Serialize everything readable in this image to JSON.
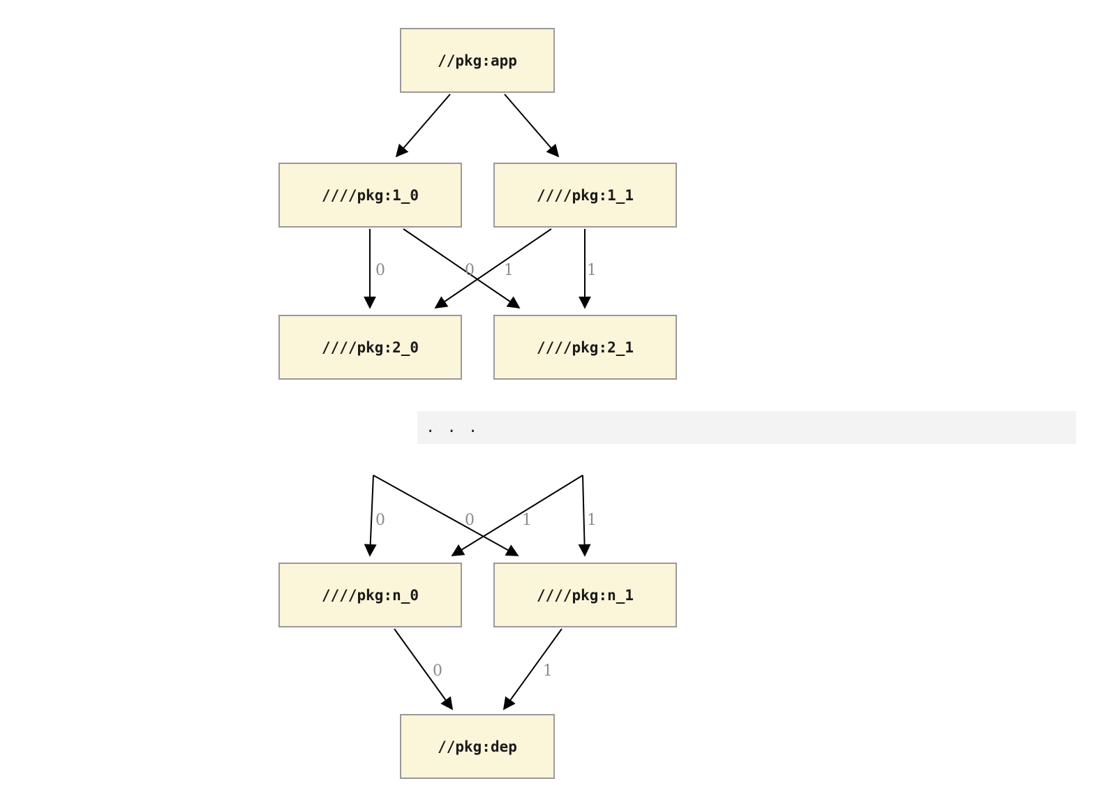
{
  "diagram": {
    "type": "dependency-graph",
    "ellipsis": ". . .",
    "nodes": [
      {
        "id": "app",
        "label": "//pkg:app"
      },
      {
        "id": "pkg-1-0",
        "label": "////pkg:1_0"
      },
      {
        "id": "pkg-1-1",
        "label": "////pkg:1_1"
      },
      {
        "id": "pkg-2-0",
        "label": "////pkg:2_0"
      },
      {
        "id": "pkg-2-1",
        "label": "////pkg:2_1"
      },
      {
        "id": "pkg-n-0",
        "label": "////pkg:n_0"
      },
      {
        "id": "pkg-n-1",
        "label": "////pkg:n_1"
      },
      {
        "id": "dep",
        "label": "//pkg:dep"
      }
    ],
    "edges": [
      {
        "from": "app",
        "to": "pkg-1-0",
        "label": ""
      },
      {
        "from": "app",
        "to": "pkg-1-1",
        "label": ""
      },
      {
        "from": "pkg-1-0",
        "to": "pkg-2-0",
        "label": "0"
      },
      {
        "from": "pkg-1-0",
        "to": "pkg-2-1",
        "label": "1"
      },
      {
        "from": "pkg-1-1",
        "to": "pkg-2-0",
        "label": "0"
      },
      {
        "from": "pkg-1-1",
        "to": "pkg-2-1",
        "label": "1"
      },
      {
        "from": "ellipsis",
        "to": "pkg-n-0",
        "label": "0"
      },
      {
        "from": "ellipsis",
        "to": "pkg-n-1",
        "label": "1"
      },
      {
        "from": "ellipsis",
        "to": "pkg-n-0",
        "label": "0"
      },
      {
        "from": "ellipsis",
        "to": "pkg-n-1",
        "label": "1"
      },
      {
        "from": "pkg-n-0",
        "to": "dep",
        "label": "0"
      },
      {
        "from": "pkg-n-1",
        "to": "dep",
        "label": "1"
      }
    ],
    "colors": {
      "node_fill": "#fbf5da",
      "node_border": "#999999",
      "edge": "#000000",
      "edge_label": "#8a8a8a",
      "band_bg": "#f3f3f3"
    }
  }
}
